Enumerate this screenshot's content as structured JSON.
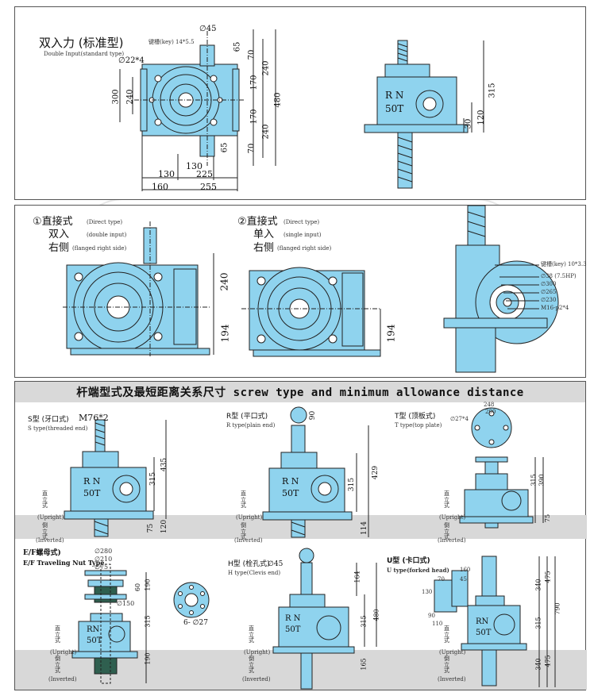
{
  "colors": {
    "body": "#8fd3ee",
    "line": "#222222",
    "band": "#d9d9d9"
  },
  "section1": {
    "title": "双入力 (标准型)",
    "subtitle": "Double Input(standard type)",
    "key_label": "键槽(key) 14*5.5",
    "dia45": "∅45",
    "dia22x4": "∅22*4",
    "dims_right": [
      "65",
      "70",
      "170",
      "170",
      "240",
      "240",
      "480",
      "70",
      "65"
    ],
    "dims_left": [
      "300",
      "240"
    ],
    "dims_bottom": [
      "130",
      "130",
      "225",
      "160",
      "255"
    ],
    "side": {
      "plate": "R N",
      "model": "50T",
      "d315": "315",
      "d120": "120",
      "d30": "30"
    }
  },
  "section2": {
    "left": {
      "cn1": "①直接式",
      "en1": "(Direct type)",
      "cn2": "双入",
      "en2": "(double input)",
      "cn3": "右侧",
      "en3": "(flanged right side)",
      "d240": "240",
      "d194": "194"
    },
    "mid": {
      "cn1": "②直接式",
      "en1": "(Direct type)",
      "cn2": "单入",
      "en2": "(single input)",
      "cn3": "右侧",
      "en3": "(flanged right side)",
      "d194": "194"
    },
    "right": {
      "notes": [
        "键槽(key) 10*3.3",
        "∅38 (7.5HP)",
        "∅300",
        "∅265",
        "∅230",
        "M16-p2*4"
      ]
    }
  },
  "section3": {
    "title": "杆端型式及最短距离关系尺寸 screw type and minimum allowance distance",
    "s": {
      "title": "S型 (牙口式)",
      "sub": "S type(threaded end)",
      "thread": "M76*2",
      "plate": "R N",
      "model": "50T",
      "d435": "435",
      "d315": "315",
      "d120": "120",
      "d75": "75"
    },
    "r": {
      "title": "R型 (平口式)",
      "sub": "R type(plain end)",
      "d90": "90",
      "d429": "429",
      "d315": "315",
      "d114": "114",
      "plate": "R N",
      "model": "50T"
    },
    "t": {
      "title": "T型 (顶板式)",
      "sub": "T type(top plate)",
      "d248": "248",
      "d200": "200",
      "hole": "∅27*4",
      "d315": "315",
      "d390": "390",
      "d75": "75"
    },
    "ef": {
      "title": "E/F螺母式)",
      "sub": "E/F Traveling Nut Type",
      "d280": "∅280",
      "d210": "∅210",
      "d75": "∅75",
      "d150": "∅150",
      "d60": "60",
      "d190": "190",
      "d315": "315",
      "holes": "6- ∅27",
      "plate": "RN",
      "model": "50T"
    },
    "h": {
      "title": "H型 (栓孔式)",
      "sub": "H type(Clevis end)",
      "d45": "∅45",
      "d164": "164",
      "d315": "315",
      "d480": "480",
      "d165": "165",
      "plate": "R N",
      "model": "50T"
    },
    "u": {
      "title": "U型 (卡口式)",
      "sub": "U type(forked head)",
      "d160": "160",
      "d70": "70",
      "d45": "45",
      "d130": "130",
      "d90": "90",
      "d110": "110",
      "d340": "340",
      "d475": "475",
      "d790": "790",
      "d315": "315",
      "plate": "RN",
      "model": "50T"
    },
    "labels": {
      "upright_cn": "直\n立\n式",
      "upright_en": "(Upright)",
      "inverted_cn": "倒\n立\n式",
      "inverted_en": "(Inverted)"
    }
  }
}
